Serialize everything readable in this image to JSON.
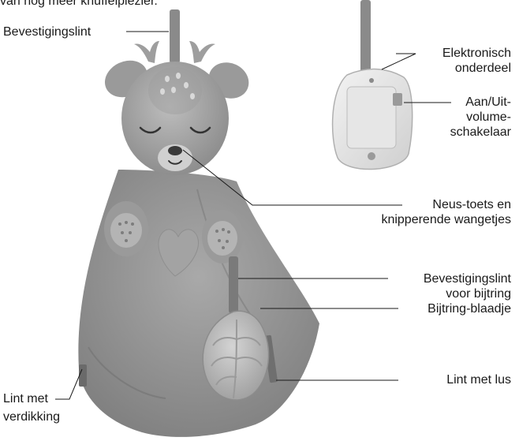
{
  "intro_fragment": "van nog meer knuffelplezier.",
  "labels": {
    "bevestigingslint": "Bevestigingslint",
    "elektronisch_1": "Elektronisch",
    "elektronisch_2": "onderdeel",
    "aanuit_1": "Aan/Uit-",
    "aanuit_2": "volume-",
    "aanuit_3": "schakelaar",
    "neus_1": "Neus-toets en",
    "neus_2": "knipperende wangetjes",
    "bijtlint_1": "Bevestigingslint",
    "bijtlint_2": "voor bijtring",
    "blaadje": "Bijtring-blaadje",
    "lus": "Lint met lus",
    "verdikking_1": "Lint met",
    "verdikking_2": "verdikking"
  }
}
